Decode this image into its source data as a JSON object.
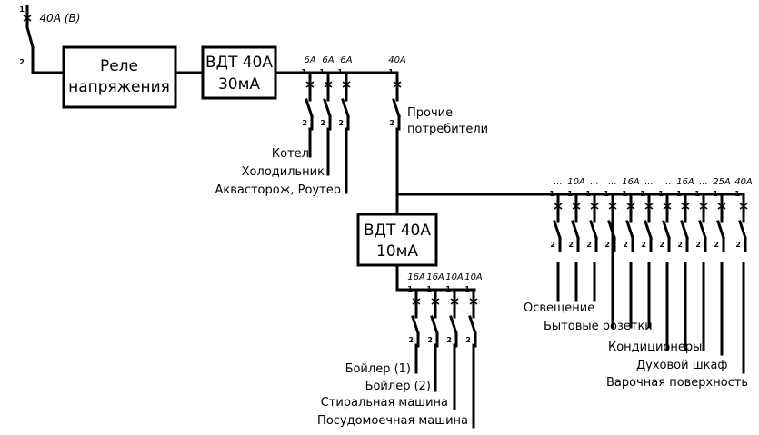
{
  "main_breaker": {
    "rating": "40A (B)"
  },
  "relay": {
    "line1": "Реле",
    "line2": "напряжения"
  },
  "rcd1": {
    "line1": "ВДТ 40А",
    "line2": "30мА"
  },
  "rcd2": {
    "line1": "ВДТ 40А",
    "line2": "10мА"
  },
  "pins": {
    "top": "1",
    "bottom": "2"
  },
  "group1": {
    "ratings": [
      "6A",
      "6A",
      "6A",
      "40A"
    ],
    "loads": [
      "Котел",
      "Холодильник",
      "Аквасторож, Роутер"
    ],
    "other_label_line1": "Прочие",
    "other_label_line2": "потребители"
  },
  "group2": {
    "ratings": [
      "16A",
      "16A",
      "10A",
      "10A"
    ],
    "loads": [
      "Бойлер (1)",
      "Бойлер (2)",
      "Стиральная машина",
      "Посудомоечная машина"
    ]
  },
  "group3": {
    "ratings": [
      "...",
      "10A",
      "...",
      "...",
      "16A",
      "...",
      "...",
      "16A",
      "...",
      "25A",
      "40A"
    ],
    "loads": [
      "Освещение",
      "Бытовые розетки",
      "Кондиционеры",
      "Духовой шкаф",
      "Варочная поверхность"
    ]
  }
}
